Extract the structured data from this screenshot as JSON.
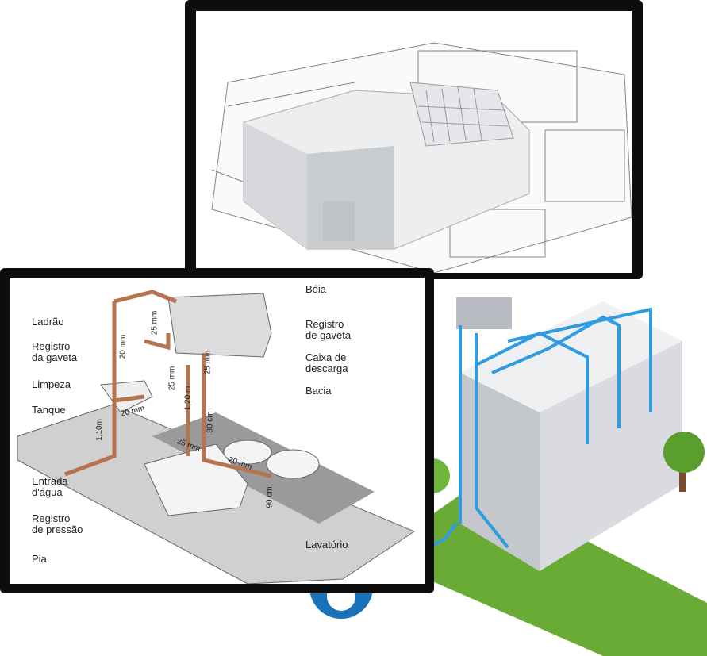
{
  "plumbing_diagram": {
    "labels_left": [
      "Ladrão",
      "Registro\nda gaveta",
      "Limpeza",
      "Tanque",
      "Entrada\nd'água",
      "Registro\nde pressão",
      "Pia"
    ],
    "labels_right": [
      "Bóia",
      "Registro\nde gaveta",
      "Caixa de\ndescarga",
      "Bacia",
      "Lavatório"
    ],
    "dimensions": [
      "20 mm",
      "25 mm",
      "25 mm",
      "25 mm",
      "1,20 m",
      "80 cm",
      "20 mm",
      "1,10m",
      "25 mm",
      "20 mm",
      "90 cm"
    ]
  },
  "colors": {
    "frame": "#0d0d0d",
    "pipe": "#b5734e",
    "water_blue": "#1a73b8",
    "grass": "#6aab35",
    "building": "#d9dbe0"
  }
}
